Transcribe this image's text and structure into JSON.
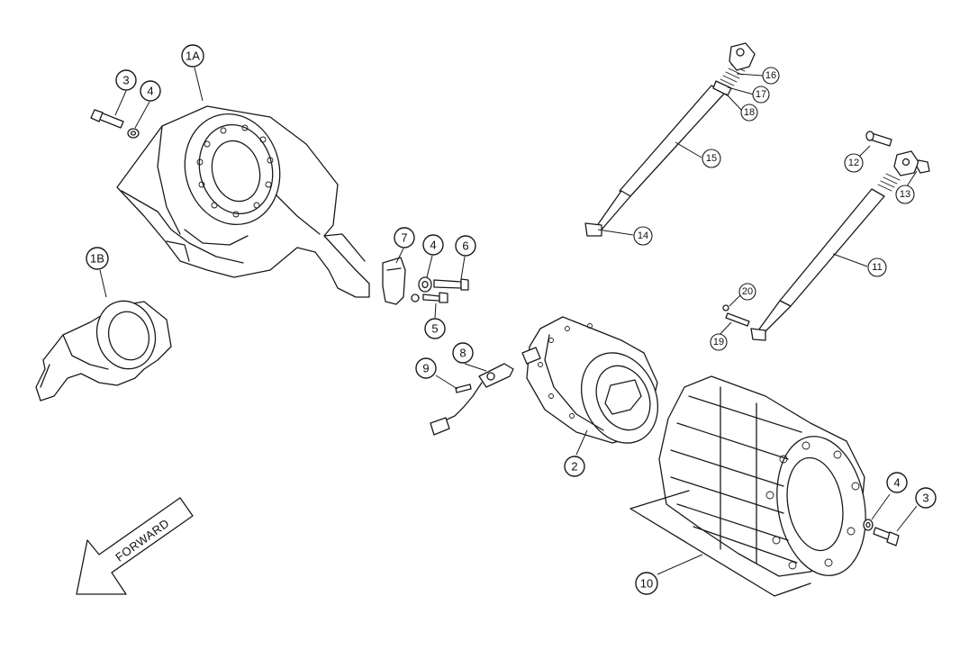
{
  "diagram": {
    "arrow_label": "FORWARD",
    "callouts": {
      "c1A": "1A",
      "c1B": "1B",
      "c2": "2",
      "c3a": "3",
      "c3b": "3",
      "c4a": "4",
      "c4b": "4",
      "c4c": "4",
      "c5": "5",
      "c6": "6",
      "c7": "7",
      "c8": "8",
      "c9": "9",
      "c10": "10",
      "c11": "11",
      "c12": "12",
      "c13": "13",
      "c14": "14",
      "c15": "15",
      "c16": "16",
      "c17": "17",
      "c18": "18",
      "c19": "19",
      "c20": "20"
    }
  }
}
